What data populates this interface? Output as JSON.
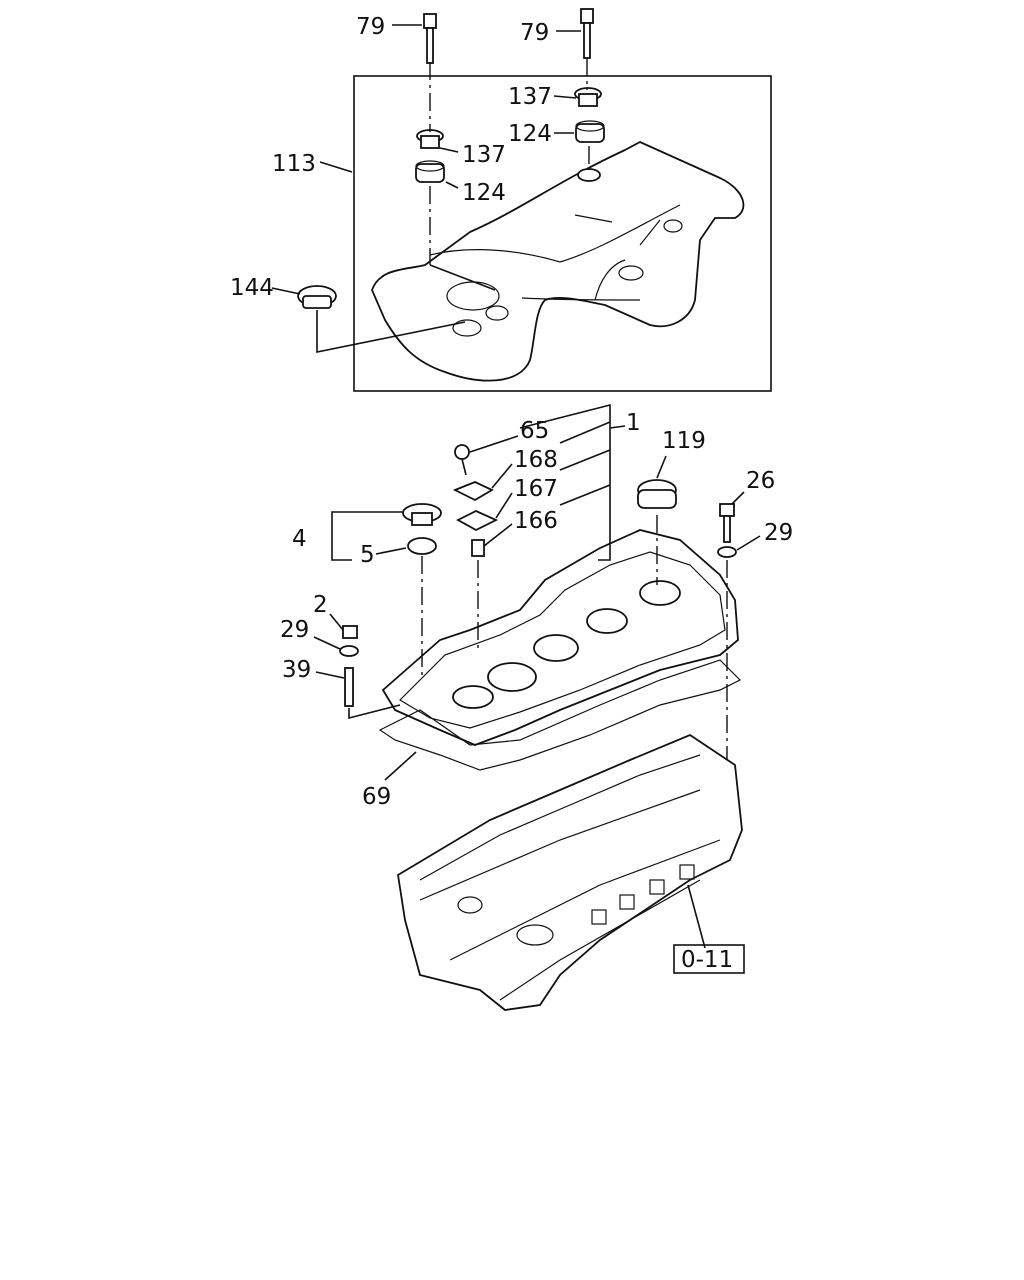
{
  "diagram": {
    "labels": {
      "p79a": "79",
      "p79b": "79",
      "p137a": "137",
      "p137b": "137",
      "p124a": "124",
      "p124b": "124",
      "p113": "113",
      "p144": "144",
      "p65": "65",
      "p1": "1",
      "p119": "119",
      "p168": "168",
      "p167": "167",
      "p166": "166",
      "p4": "4",
      "p5": "5",
      "p26": "26",
      "p29a": "29",
      "p29b": "29",
      "p2": "2",
      "p39": "39",
      "p69": "69",
      "ref": "0-11"
    }
  }
}
